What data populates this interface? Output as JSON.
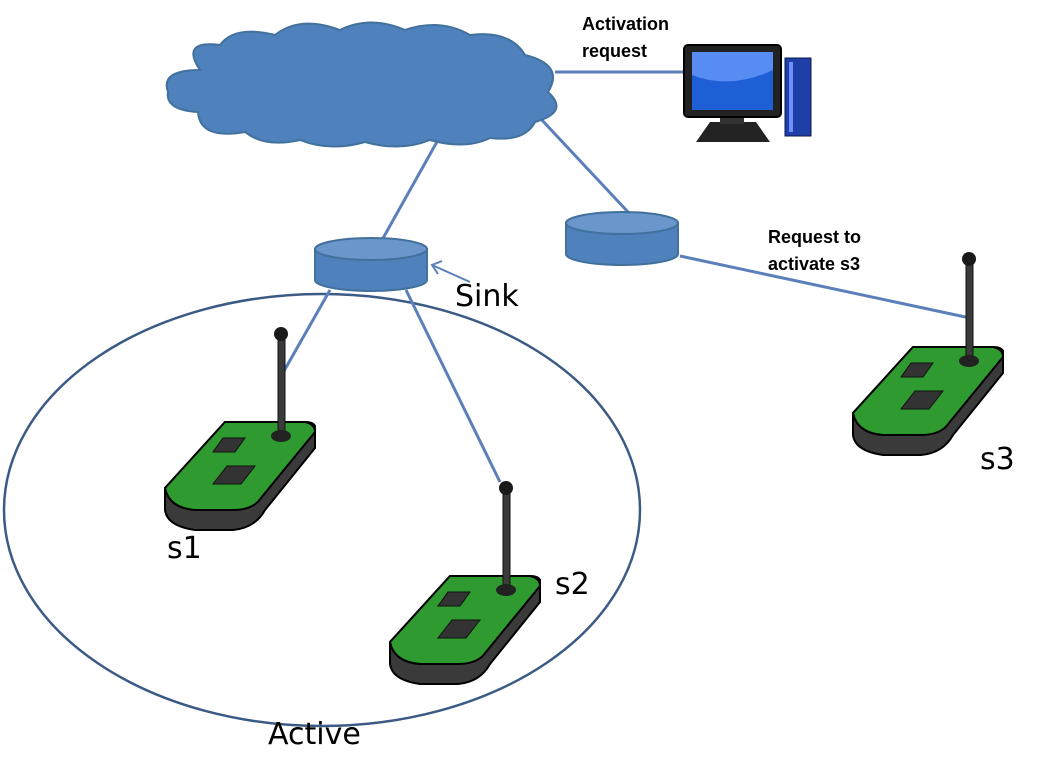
{
  "labels": {
    "activation_request": [
      "Activation",
      "request"
    ],
    "request_to_activate": [
      "Request to",
      "activate s3"
    ],
    "sink": "Sink",
    "s1": "s1",
    "s2": "s2",
    "s3": "s3",
    "active": "Active"
  },
  "colors": {
    "cloud_fill": "#4f81bd",
    "cloud_stroke": "#41719c",
    "link": "#5b7fba",
    "region": "#3b5a85",
    "node_green": "#2f9a2f",
    "node_body": "#444444",
    "monitor_screen": "#1f5fd6"
  },
  "icons": {
    "network": "cloud-icon",
    "workstation": "computer-icon",
    "gateway": "sink-disk-icon",
    "sensor": "sensor-node-icon"
  }
}
